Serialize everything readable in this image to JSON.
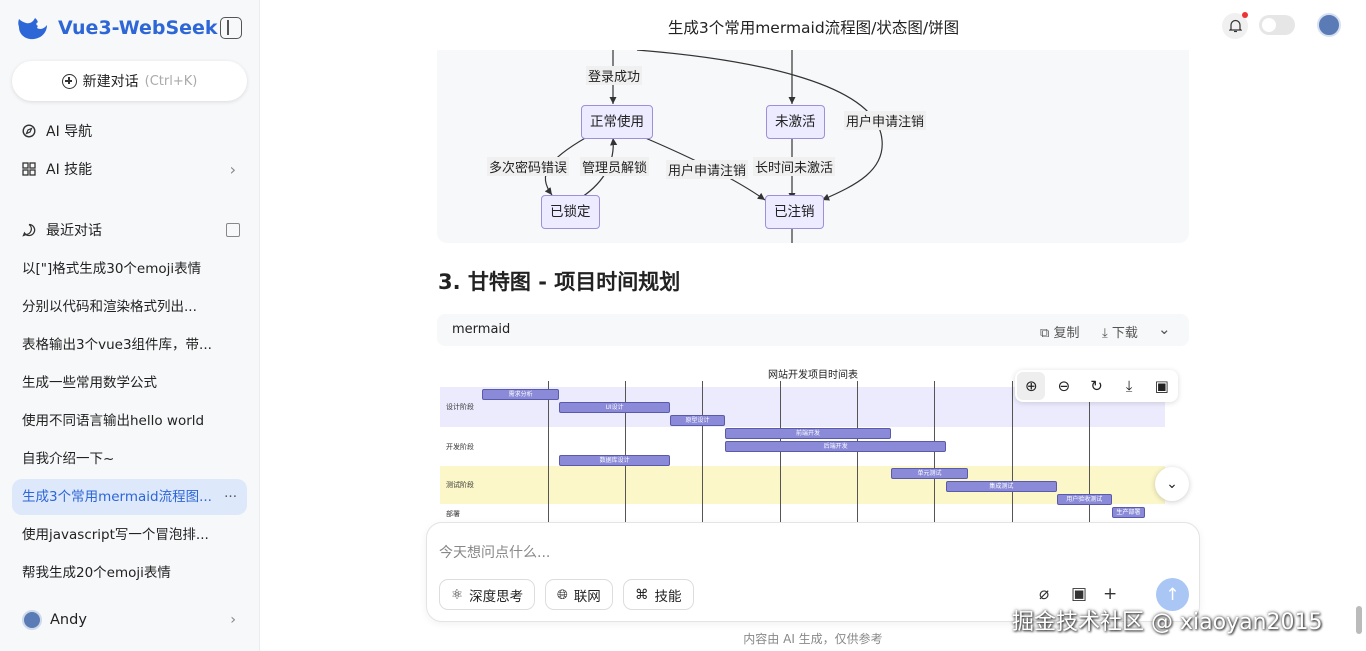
{
  "app": {
    "name": "Vue3-WebSeek"
  },
  "sidebar": {
    "new_chat_label": "新建对话",
    "new_chat_shortcut": "(Ctrl+K)",
    "nav": [
      {
        "label": "AI 导航",
        "icon": "compass-icon"
      },
      {
        "label": "AI 技能",
        "icon": "apps-icon"
      }
    ],
    "recent_label": "最近对话",
    "history": [
      "以[\"]格式生成30个emoji表情",
      "分别以代码和渲染格式列出...",
      "表格输出3个vue3组件库，带...",
      "生成一些常用数学公式",
      "使用不同语言输出hello world",
      "自我介绍一下~",
      "生成3个常用mermaid流程图...",
      "使用javascript写一个冒泡排...",
      "帮我生成20个emoji表情"
    ],
    "active_index": 6,
    "more_glyph": "···",
    "user_name": "Andy"
  },
  "header": {
    "title": "生成3个常用mermaid流程图/状态图/饼图"
  },
  "state_diagram": {
    "nodes": {
      "active": "正常使用",
      "inactive": "未激活",
      "locked": "已锁定",
      "cancelled": "已注销"
    },
    "edges": {
      "login": "登录成功",
      "cancel_right": "用户申请注销",
      "pwd_errors": "多次密码错误",
      "admin_unlock": "管理员解锁",
      "cancel_mid": "用户申请注销",
      "long_inactive": "长时间未激活"
    }
  },
  "section": {
    "heading": "3. 甘特图 - 项目时间规划"
  },
  "code_block": {
    "lang": "mermaid",
    "copy_label": "复制",
    "download_label": "下载"
  },
  "gantt": {
    "title": "网站开发项目时间表",
    "sections": [
      {
        "name": "设计阶段",
        "color": "#ebebfd"
      },
      {
        "name": "开发阶段",
        "color": "#ffffff"
      },
      {
        "name": "测试阶段",
        "color": "#fbf7c8"
      },
      {
        "name": "部署",
        "color": "#ffffff"
      }
    ],
    "tasks": [
      {
        "name": "需求分析",
        "section": 0,
        "start": 0,
        "end": 7
      },
      {
        "name": "UI设计",
        "section": 0,
        "start": 7,
        "end": 17
      },
      {
        "name": "原型设计",
        "section": 0,
        "start": 17,
        "end": 22
      },
      {
        "name": "前端开发",
        "section": 1,
        "start": 22,
        "end": 37
      },
      {
        "name": "后端开发",
        "section": 1,
        "start": 22,
        "end": 42
      },
      {
        "name": "数据库设计",
        "section": 1,
        "start": 7,
        "end": 17
      },
      {
        "name": "单元测试",
        "section": 2,
        "start": 37,
        "end": 44
      },
      {
        "name": "集成测试",
        "section": 2,
        "start": 42,
        "end": 52
      },
      {
        "name": "用户验收测试",
        "section": 2,
        "start": 52,
        "end": 57
      },
      {
        "name": "生产部署",
        "section": 3,
        "start": 57,
        "end": 60
      }
    ]
  },
  "zoom_toolbar": [
    "zoom-in-icon",
    "zoom-out-icon",
    "reset-icon",
    "download-icon",
    "image-icon"
  ],
  "composer": {
    "placeholder": "今天想问点什么...",
    "chips": [
      {
        "label": "深度思考",
        "icon": "atom-icon"
      },
      {
        "label": "联网",
        "icon": "globe-icon"
      },
      {
        "label": "技能",
        "icon": "command-icon"
      }
    ]
  },
  "footnote": "内容由 AI 生成，仅供参考",
  "watermark": "掘金技术社区 @ xiaoyan2015",
  "colors": {
    "accent": "#2d66d6",
    "active_bg": "#dde8fb",
    "node_fill": "#ecebff",
    "node_stroke": "#9f8fd8",
    "bar": "#8a8ad8"
  }
}
